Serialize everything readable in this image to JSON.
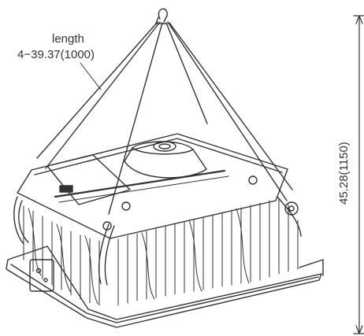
{
  "annotations": {
    "length_word": "length",
    "length_value": "4−39.37(1000)",
    "height_value": "45.28(1150)"
  },
  "colors": {
    "line": "#333333",
    "background": "#ffffff"
  }
}
